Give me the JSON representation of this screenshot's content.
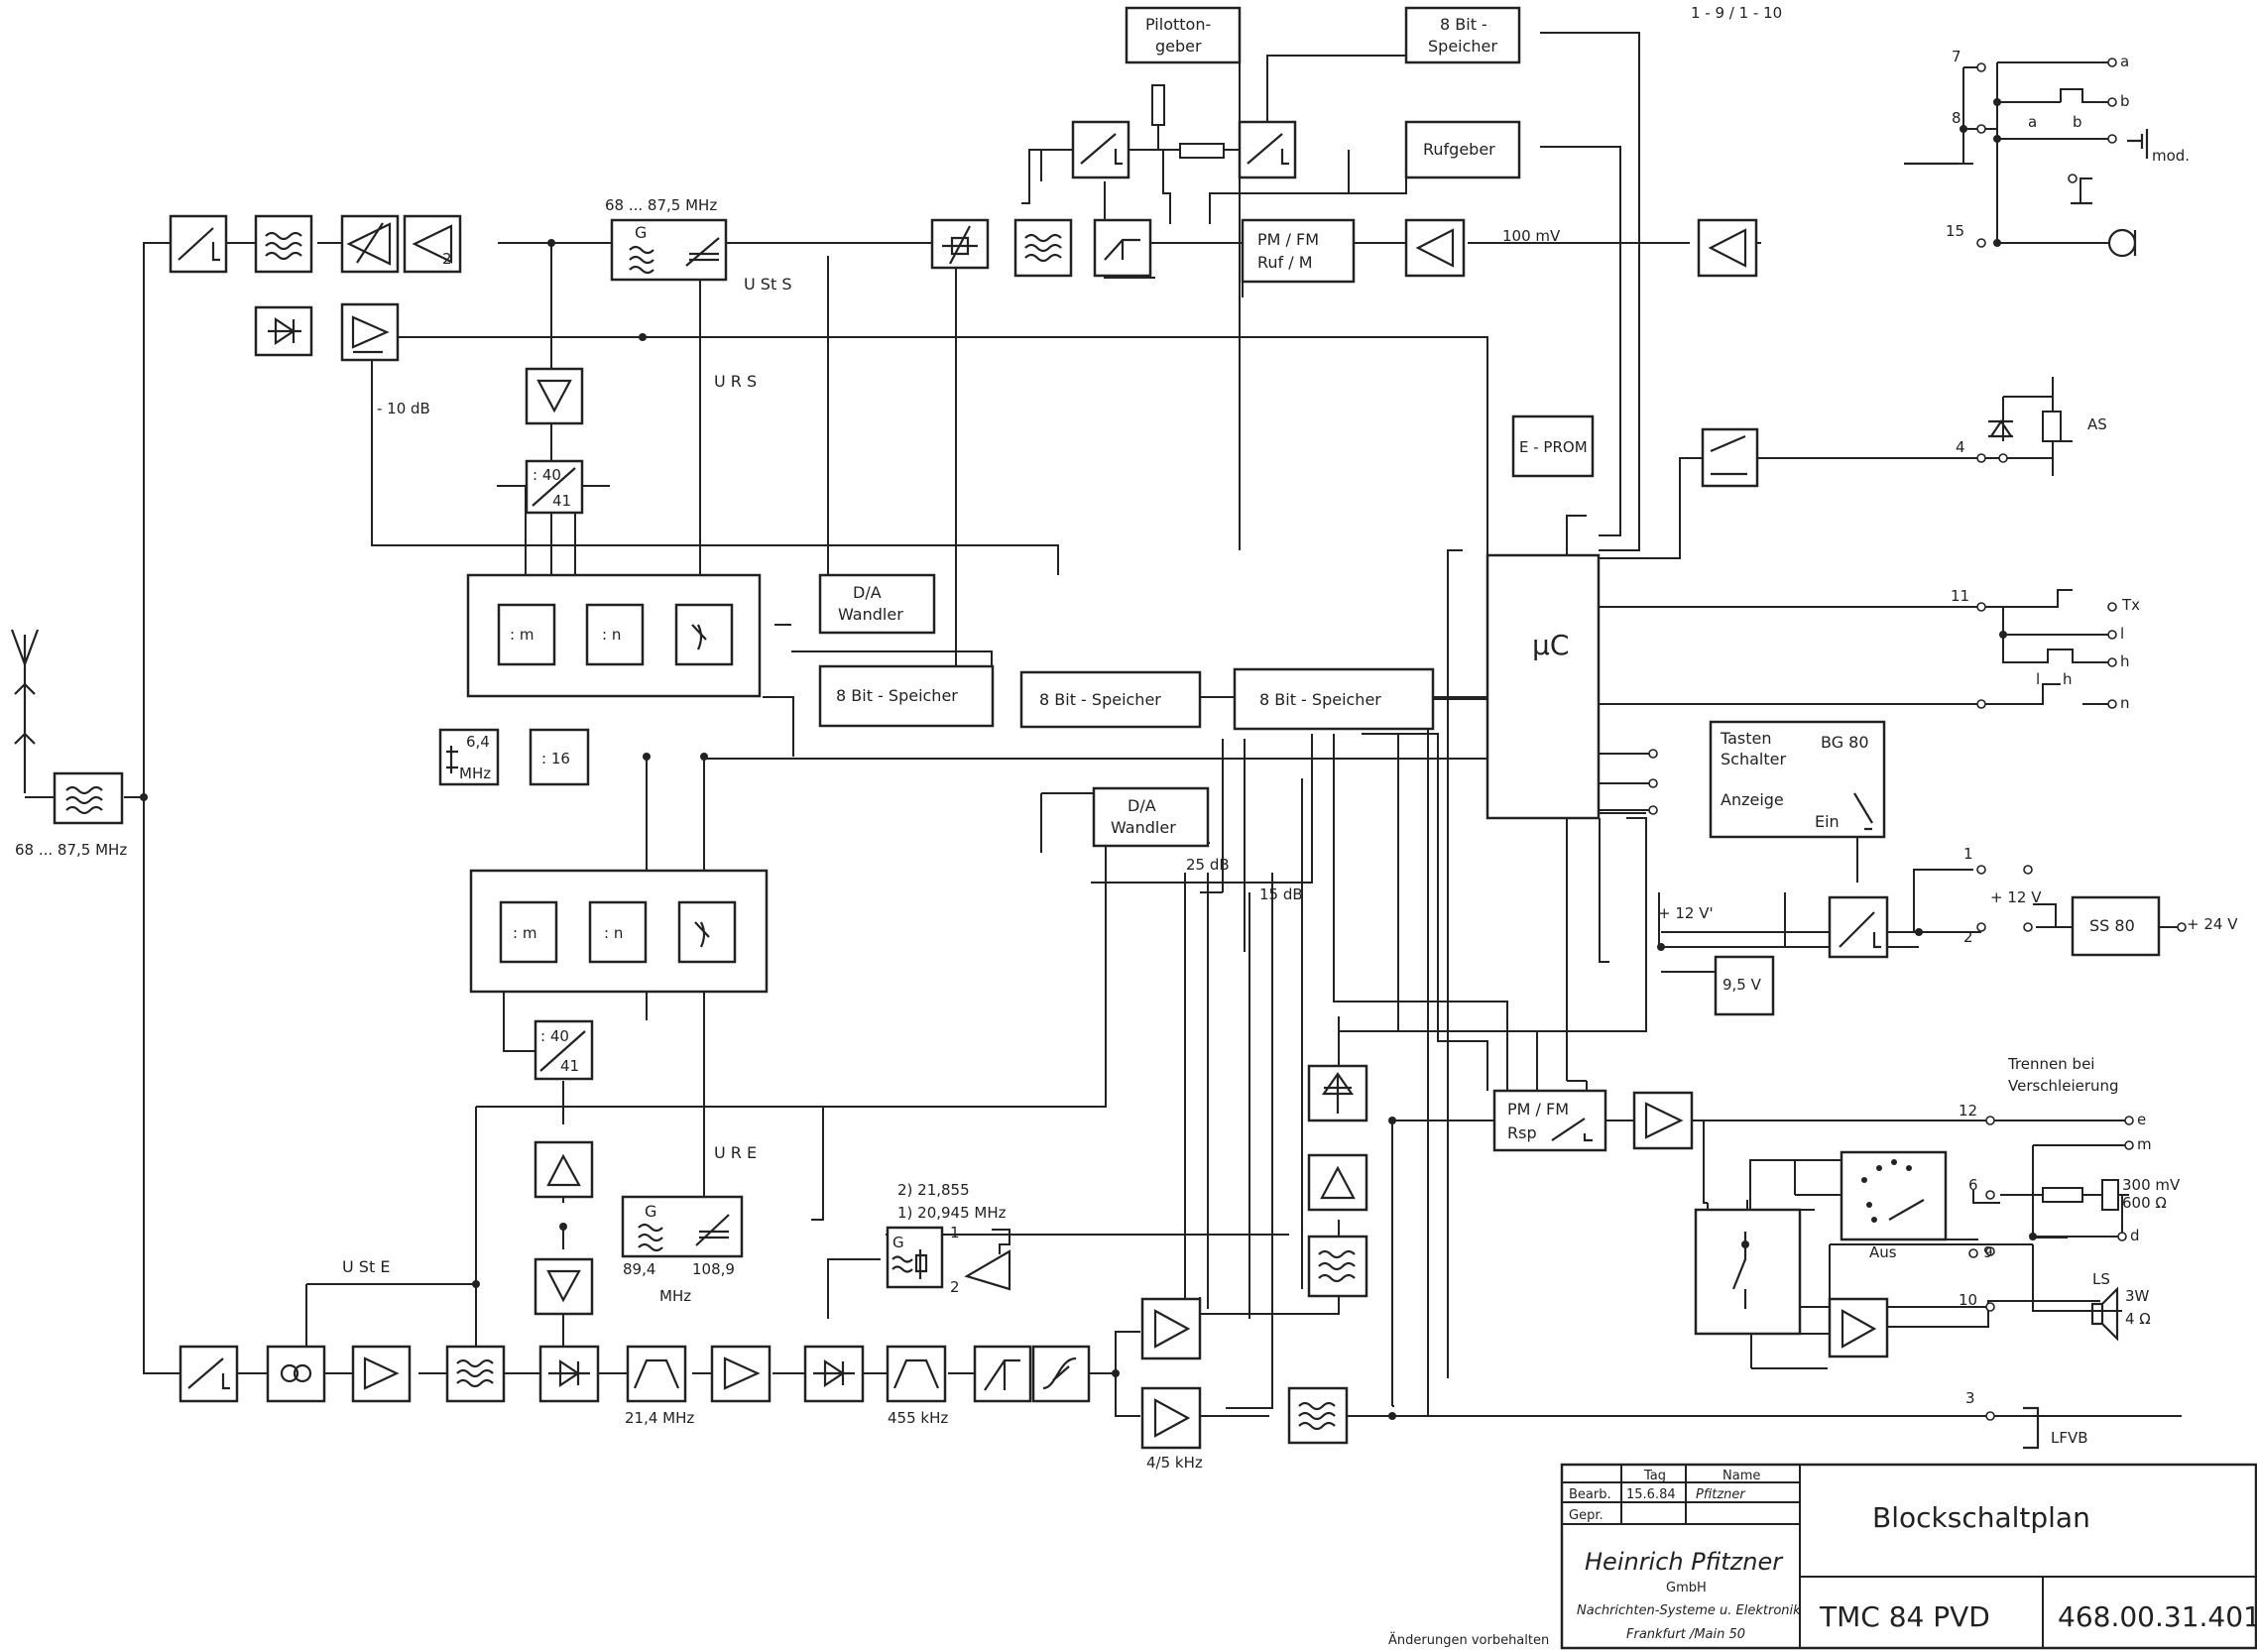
{
  "sheet_ref": "1 - 9 / 1 - 10",
  "changes_note": "Änderungen vorbehalten",
  "blocks": {
    "pilot_gen": "Pilotton- geber",
    "store_top": "8 Bit- Speicher",
    "rufgeber": "Rufgeber",
    "modulator": "PM / FM Ruf / M",
    "eprom": "E - PROM",
    "uc": "µC",
    "da1": "D/A Wandler",
    "da2": "D/A Wandler",
    "store1": "8 Bit - Speicher",
    "store2": "8 Bit - Speicher",
    "store3": "8 Bit - Speicher",
    "keyboard_title": "Tasten Schalter",
    "keyboard_type": "BG 80",
    "keyboard_display": "Anzeige",
    "keyboard_ein": "Ein",
    "demod": "PM / FM Rsp",
    "ss80": "SS 80",
    "v95": "9,5 V",
    "div16": ": 16",
    "div40": ": 40 / 41",
    "div40b": ": 40 / 41",
    "div_m": ": m",
    "div_n": ": n",
    "div_m2": ": m",
    "div_n2": ": n",
    "aus": "Aus"
  },
  "labels": {
    "freq_tx": "68 ... 87,5 MHz",
    "freq_ant": "68 ... 87,5 MHz",
    "ust_s": "U St S",
    "ur_s": "U R S",
    "ur_e": "U R E",
    "ust_e": "U St E",
    "minus10db": "- 10 dB",
    "mv100": "100 mV",
    "xtal": "6,4 MHz",
    "vco_lo": "89,4",
    "vco_hi": "108,9",
    "mhz": "MHz",
    "if1": "21,4 MHz",
    "if2": "455 kHz",
    "xo2": "2) 21,855",
    "xo1": "1) 20,945 MHz",
    "db25": "25 dB",
    "db15": "15 dB",
    "khz45": "4/5 kHz",
    "g": "G",
    "plus12v_in": "+ 12 V'",
    "plus12v": "+ 12 V",
    "plus24v": "+ 24 V",
    "as": "AS",
    "mod": "mod.",
    "trennen": "Trennen bei Verschleierung",
    "mv300": "300 mV 600 Ω",
    "ls": "LS",
    "ls_spec": "3W 4 Ω",
    "lfvb": "LFVB",
    "tx": "Tx"
  },
  "pins": {
    "p7": "7",
    "p8": "8",
    "p15": "15",
    "p4": "4",
    "p11": "11",
    "p1": "1",
    "p2": "2",
    "p12": "12",
    "p6": "6",
    "p9": "9",
    "p10": "10",
    "p3": "3",
    "ta": "a",
    "tb": "b",
    "sa": "a",
    "sb": "b",
    "te": "e",
    "tm": "m",
    "td": "d",
    "tl": "l",
    "th": "h",
    "tn": "n",
    "sl": "l",
    "sh": "h",
    "x1": "1",
    "x2": "2"
  },
  "title_block": {
    "col_tag": "Tag",
    "col_name": "Name",
    "row_bearb": "Bearb.",
    "row_gepr": "Gepr.",
    "bearb_date": "15.6.84",
    "bearb_name": "Pfitzner",
    "company": "Heinrich Pfitzner",
    "company_form": "GmbH",
    "company_sub": "Nachrichten-Systeme u. Elektronik",
    "city": "Frankfurt /Main 50",
    "title": "Blockschaltplan",
    "model": "TMC 84 PVD",
    "drawing_no": "468.00.31.401"
  }
}
